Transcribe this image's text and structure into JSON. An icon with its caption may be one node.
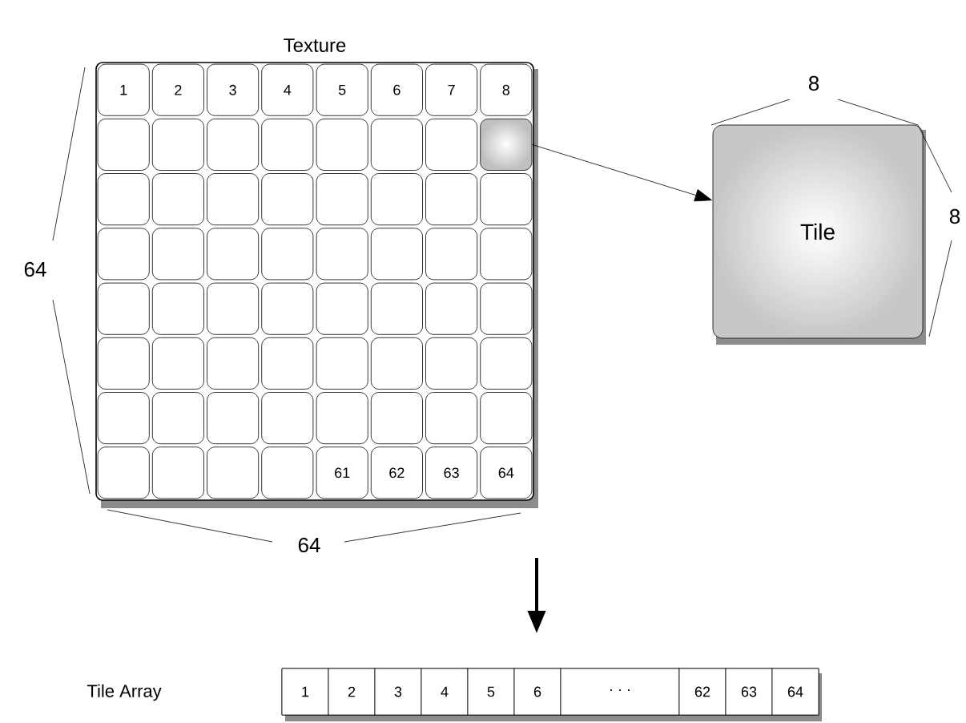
{
  "diagram": {
    "nodes": [
      {
        "text": [
          "Texture"
        ]
      },
      {
        "text": [
          "1"
        ],
        "in": 0
      },
      {
        "text": [
          "2"
        ],
        "in": 0
      },
      {
        "text": [
          "3"
        ],
        "in": 0
      },
      {
        "text": [
          "4"
        ],
        "in": 0
      },
      {
        "text": [
          "5"
        ],
        "in": 0
      },
      {
        "text": [
          "6"
        ],
        "in": 0
      },
      {
        "text": [
          "7"
        ],
        "in": 0
      },
      {
        "text": [
          "8"
        ],
        "in": 0
      },
      {
        "text": [],
        "shape": "box",
        "in": 0
      },
      {
        "text": [],
        "shape": "box",
        "in": 0
      },
      {
        "text": [],
        "shape": "box",
        "in": 0
      },
      {
        "text": [],
        "shape": "box",
        "in": 0
      },
      {
        "text": [],
        "shape": "box",
        "in": 0
      },
      {
        "text": [],
        "shape": "box",
        "in": 0
      },
      {
        "text": [],
        "shape": "box",
        "in": 0
      },
      {
        "text": [],
        "shape": "box",
        "in": 0
      },
      {
        "text": [],
        "shape": "box",
        "in": 0
      },
      {
        "text": [],
        "shape": "box",
        "in": 0
      },
      {
        "text": [],
        "shape": "box",
        "in": 0
      },
      {
        "text": [],
        "shape": "box",
        "in": 0
      },
      {
        "text": [],
        "shape": "box",
        "in": 0
      },
      {
        "text": [],
        "shape": "box",
        "in": 0
      },
      {
        "text": [],
        "shape": "box",
        "in": 0
      },
      {
        "text": [],
        "shape": "box",
        "in": 0
      },
      {
        "text": [],
        "shape": "box",
        "in": 0
      },
      {
        "text": [],
        "shape": "box",
        "in": 0
      },
      {
        "text": [],
        "shape": "box",
        "in": 0
      },
      {
        "text": [],
        "shape": "box",
        "in": 0
      },
      {
        "text": [],
        "shape": "box",
        "in": 0
      },
      {
        "text": [],
        "shape": "box",
        "in": 0
      },
      {
        "text": [],
        "shape": "box",
        "in": 0
      },
      {
        "text": [],
        "shape": "box",
        "in": 0
      },
      {
        "text": [],
        "shape": "box",
        "in": 0
      },
      {
        "text": [],
        "shape": "box",
        "in": 0
      },
      {
        "text": [],
        "shape": "box",
        "in": 0
      },
      {
        "text": [],
        "shape": "box",
        "in": 0
      },
      {
        "text": [],
        "shape": "box",
        "in": 0
      },
      {
        "text": [],
        "shape": "box",
        "in": 0
      },
      {
        "text": [],
        "shape": "box",
        "in": 0
      },
      {
        "text": [],
        "shape": "box",
        "in": 0
      },
      {
        "text": [],
        "shape": "box",
        "in": 0
      },
      {
        "text": [],
        "shape": "box",
        "in": 0
      },
      {
        "text": [],
        "shape": "box",
        "in": 0
      },
      {
        "text": [],
        "shape": "box",
        "in": 0
      },
      {
        "text": [],
        "shape": "box",
        "in": 0
      },
      {
        "text": [],
        "shape": "box",
        "in": 0
      },
      {
        "text": [],
        "shape": "box",
        "in": 0
      },
      {
        "text": [],
        "shape": "box",
        "in": 0
      },
      {
        "text": [],
        "shape": "box",
        "in": 0
      },
      {
        "text": [],
        "shape": "box",
        "in": 0
      },
      {
        "text": [],
        "shape": "box",
        "in": 0
      },
      {
        "text": [],
        "shape": "box",
        "in": 0
      },
      {
        "text": [],
        "shape": "box",
        "in": 0
      },
      {
        "text": [],
        "shape": "box",
        "in": 0
      },
      {
        "text": [],
        "shape": "box",
        "in": 0
      },
      {
        "text": [],
        "shape": "box",
        "in": 0
      },
      {
        "text": [],
        "shape": "box",
        "in": 0
      },
      {
        "text": [],
        "shape": "box",
        "in": 0
      },
      {
        "text": [],
        "shape": "box",
        "in": 0
      },
      {
        "text": [],
        "shape": "box",
        "in": 0
      },
      {
        "text": [
          "61"
        ],
        "in": 0
      },
      {
        "text": [
          "62"
        ],
        "in": 0
      },
      {
        "text": [
          "63"
        ],
        "in": 0
      },
      {
        "text": [
          "64"
        ],
        "in": 0
      },
      {
        "text": [
          "Tile"
        ]
      },
      {
        "text": [],
        "shape": "box"
      },
      {
        "text": [
          "1"
        ],
        "in": 66
      },
      {
        "text": [
          "2"
        ],
        "in": 66
      },
      {
        "text": [
          "3"
        ],
        "in": 66
      },
      {
        "text": [
          "4"
        ],
        "in": 66
      },
      {
        "text": [
          "5"
        ],
        "in": 66
      },
      {
        "text": [
          "6"
        ],
        "in": 66
      },
      {
        "text": [
          "· · ·"
        ],
        "in": 66
      },
      {
        "text": [
          "62"
        ],
        "in": 66
      },
      {
        "text": [
          "63"
        ],
        "in": 66
      },
      {
        "text": [
          "64"
        ],
        "in": 66
      }
    ],
    "edges": [
      {
        "from": 16,
        "to": 65,
        "arrow": "to"
      },
      {
        "from": 0,
        "to": 66,
        "arrow": "to",
        "style": "thick"
      }
    ],
    "labels": [
      "8",
      "8",
      "64",
      "64",
      "Tile Array"
    ]
  }
}
